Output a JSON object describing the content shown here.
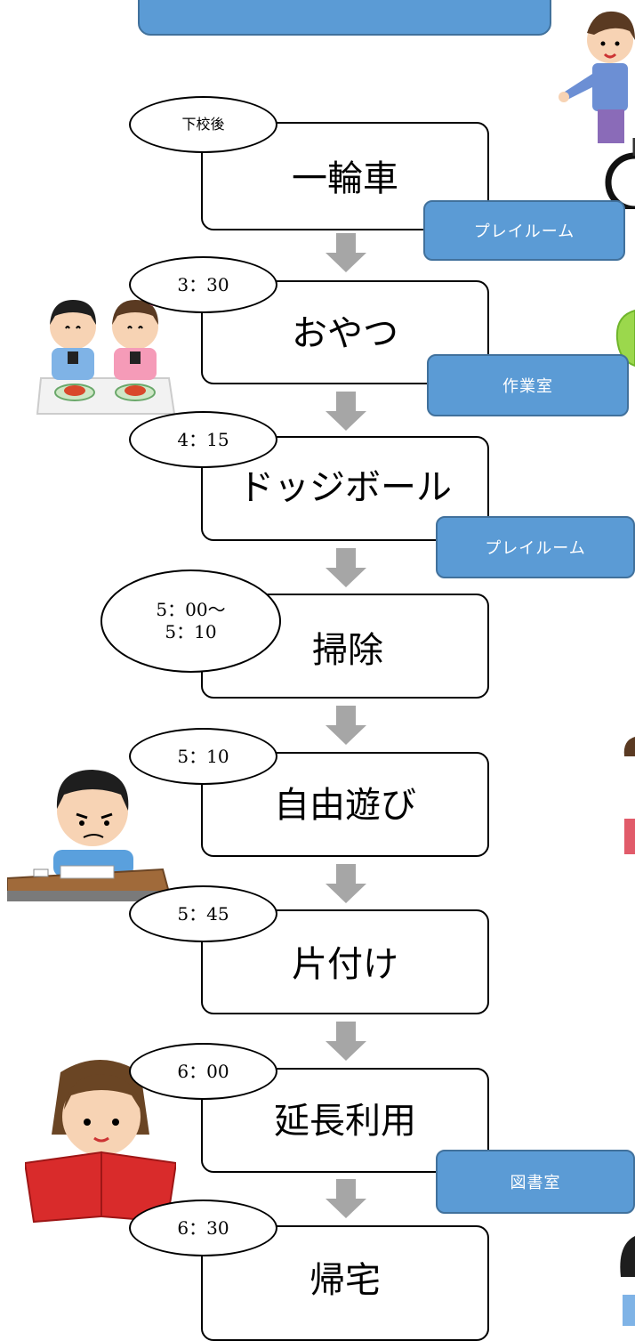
{
  "steps": [
    {
      "time": "下校後",
      "activity": "一輪車",
      "room": "プレイルーム"
    },
    {
      "time": "3：30",
      "activity": "おやつ",
      "room": "作業室"
    },
    {
      "time": "4：15",
      "activity": "ドッジボール",
      "room": "プレイルーム"
    },
    {
      "time_line1": "5：00～",
      "time_line2": "5：10",
      "activity": "掃除"
    },
    {
      "time": "5：10",
      "activity": "自由遊び"
    },
    {
      "time": "5：45",
      "activity": "片付け"
    },
    {
      "time": "6：00",
      "activity": "延長利用",
      "room": "図書室"
    },
    {
      "time": "6：30",
      "activity": "帰宅"
    }
  ],
  "colors": {
    "tag_fill": "#5b9bd5",
    "tag_border": "#41719c",
    "arrow": "#a6a6a6"
  }
}
